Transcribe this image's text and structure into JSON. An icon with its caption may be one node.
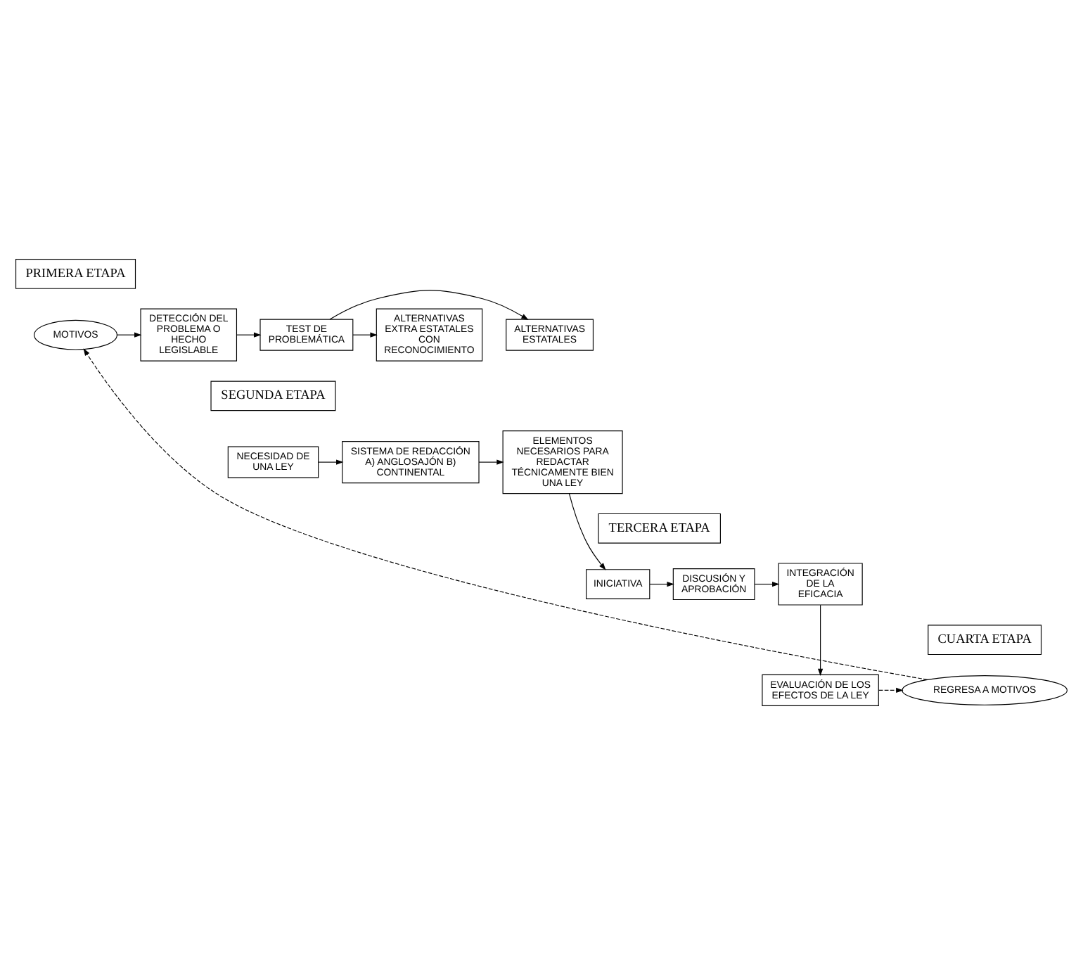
{
  "diagram": {
    "nodes": [
      {
        "text": [
          "PRIMERA ETAPA"
        ]
      },
      {
        "text": [
          "MOTIVOS"
        ]
      },
      {
        "text": [
          "DETECCIÓN DEL PROBLEMA O HECHO LEGISLABLE"
        ]
      },
      {
        "text": [
          "TEST DE PROBLEMÁTICA"
        ]
      },
      {
        "text": [
          "ALTERNATIVAS ESTATALES"
        ]
      },
      {
        "text": [
          "ALTERNATIVAS EXTRA ESTATALES CON RECONOCIMIENTO"
        ]
      },
      {
        "text": [
          "SEGUNDA ETAPA"
        ]
      },
      {
        "text": [
          "NECESIDAD DE UNA LEY"
        ]
      },
      {
        "text": [
          "SISTEMA DE REDACCIÓN A) ANGLOSAJÓN B) CONTINENTAL"
        ]
      },
      {
        "text": [
          "ELEMENTOS NECESARIOS PARA REDACTAR TÉCNICAMENTE BIEN UNA LEY"
        ]
      },
      {
        "text": [
          "TERCERA ETAPA"
        ]
      },
      {
        "text": [
          "INICIATIVA"
        ]
      },
      {
        "text": [
          "DISCUSIÓN Y APROBACIÓN"
        ]
      },
      {
        "text": [
          "INTEGRACIÓN DE LA EFICACIA"
        ]
      },
      {
        "text": [
          "CUARTA ETAPA"
        ]
      },
      {
        "text": [
          "EVALUACIÓN DE LOS EFECTOS DE LA LEY"
        ]
      },
      {
        "text": [
          "REGRESA A MOTIVOS"
        ]
      }
    ],
    "edges": [
      {
        "from": 1,
        "to": 2,
        "arrow": "to"
      },
      {
        "from": 2,
        "to": 3,
        "arrow": "to"
      },
      {
        "from": 3,
        "to": 4,
        "arrow": "to"
      },
      {
        "from": 3,
        "to": 5,
        "arrow": "to"
      },
      {
        "from": 7,
        "to": 8,
        "arrow": "to"
      },
      {
        "from": 8,
        "to": 9,
        "arrow": "to"
      },
      {
        "from": 9,
        "to": 11,
        "arrow": "to"
      },
      {
        "from": 11,
        "to": 12,
        "arrow": "to"
      },
      {
        "from": 12,
        "to": 13,
        "arrow": "to"
      },
      {
        "from": 13,
        "to": 15,
        "arrow": "to"
      },
      {
        "from": 15,
        "to": 16,
        "arrow": "to",
        "style": "dashed"
      },
      {
        "from": 16,
        "to": 1,
        "arrow": "to",
        "style": "dashed"
      }
    ]
  }
}
